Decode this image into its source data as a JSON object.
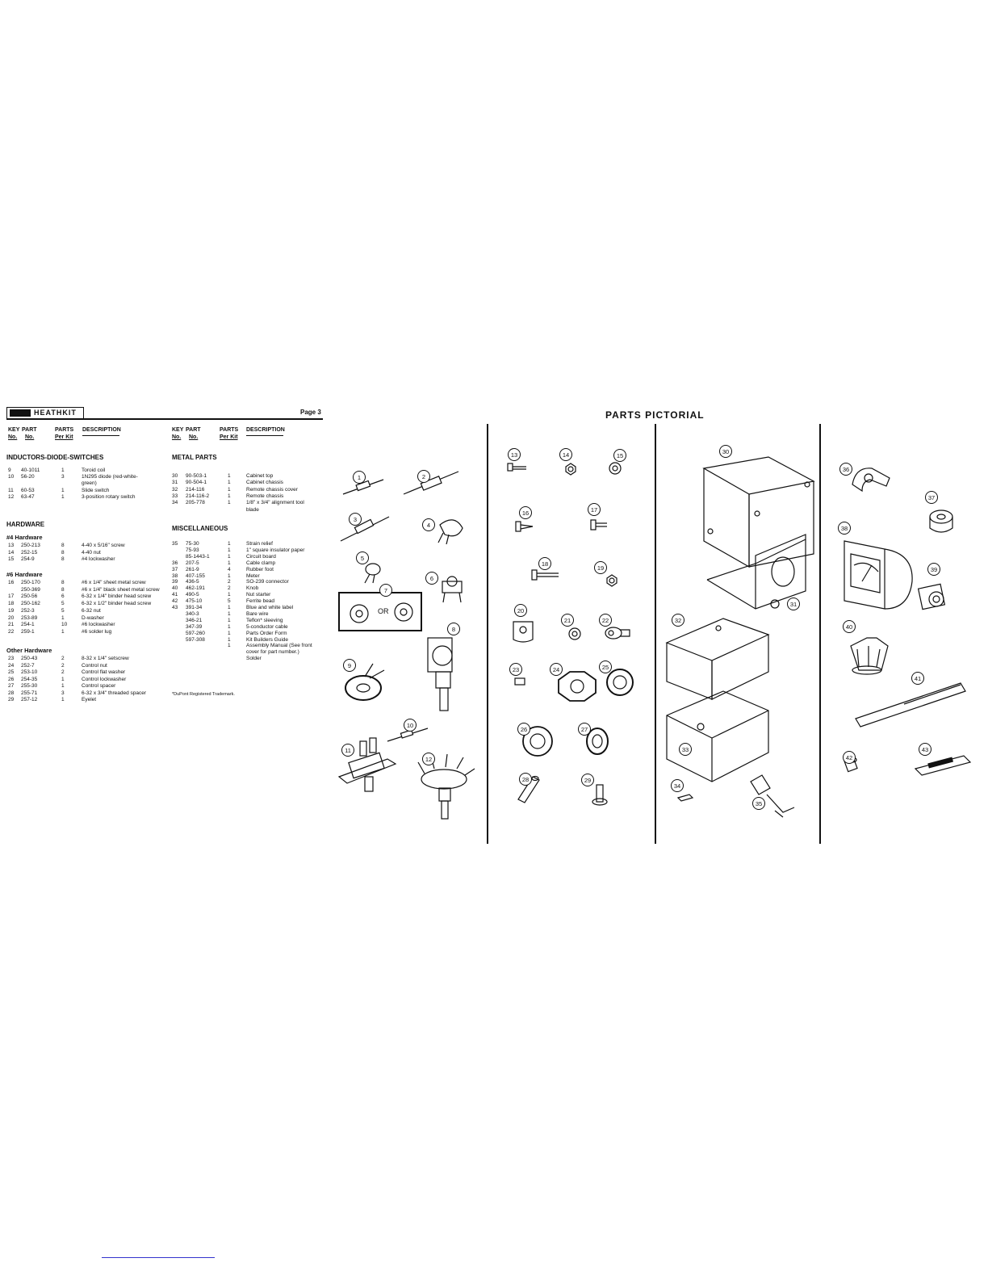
{
  "header": {
    "logo_text": "HEATHKIT",
    "page_label": "Page 3",
    "pictorial_title": "PARTS PICTORIAL"
  },
  "column_headers": {
    "key": "KEY",
    "key_no": "No.",
    "part": "PART",
    "part_no": "No.",
    "parts": "PARTS",
    "per_kit": "Per Kit",
    "description": "DESCRIPTION"
  },
  "left_column": {
    "inductors": {
      "title": "INDUCTORS-DIODE-SWITCHES",
      "rows": [
        {
          "key": "9",
          "part": "40-1011",
          "qty": "1",
          "desc": "Toroid coil"
        },
        {
          "key": "10",
          "part": "56-20",
          "qty": "3",
          "desc": "1N295 diode (red-white-"
        },
        {
          "key": "",
          "part": "",
          "qty": "",
          "desc": "green)"
        },
        {
          "key": "11",
          "part": "60-53",
          "qty": "1",
          "desc": "Slide switch"
        },
        {
          "key": "12",
          "part": "63-47",
          "qty": "1",
          "desc": "3-position rotary switch"
        }
      ]
    },
    "hardware": {
      "title": "HARDWARE",
      "sub4_title": "#4 Hardware",
      "sub4_rows": [
        {
          "key": "13",
          "part": "250-213",
          "qty": "8",
          "desc": "4-40 x 5/16\" screw"
        },
        {
          "key": "14",
          "part": "252-15",
          "qty": "8",
          "desc": "4-40 nut"
        },
        {
          "key": "15",
          "part": "254-9",
          "qty": "8",
          "desc": "#4 lockwasher"
        }
      ],
      "sub6_title": "#6 Hardware",
      "sub6_rows": [
        {
          "key": "16",
          "part": "250-170",
          "qty": "8",
          "desc": "#6 x 1/4\" sheet metal screw"
        },
        {
          "key": "",
          "part": "250-369",
          "qty": "8",
          "desc": "#6 x 1/4\" black sheet metal screw"
        },
        {
          "key": "17",
          "part": "250-56",
          "qty": "6",
          "desc": "6-32 x 1/4\" binder head screw"
        },
        {
          "key": "18",
          "part": "250-162",
          "qty": "5",
          "desc": "6-32 x 1/2\" binder head screw"
        },
        {
          "key": "19",
          "part": "252-3",
          "qty": "5",
          "desc": "6-32 nut"
        },
        {
          "key": "20",
          "part": "253-89",
          "qty": "1",
          "desc": "D-washer"
        },
        {
          "key": "21",
          "part": "254-1",
          "qty": "10",
          "desc": "#6 lockwasher"
        },
        {
          "key": "22",
          "part": "259-1",
          "qty": "1",
          "desc": "#6 solder lug"
        }
      ],
      "other_title": "Other Hardware",
      "other_rows": [
        {
          "key": "23",
          "part": "250-43",
          "qty": "2",
          "desc": "8-32 x 1/4\" setscrew"
        },
        {
          "key": "24",
          "part": "252-7",
          "qty": "2",
          "desc": "Control nut"
        },
        {
          "key": "25",
          "part": "253-10",
          "qty": "2",
          "desc": "Control flat washer"
        },
        {
          "key": "26",
          "part": "254-35",
          "qty": "1",
          "desc": "Control lockwasher"
        },
        {
          "key": "27",
          "part": "255-30",
          "qty": "1",
          "desc": "Control spacer"
        },
        {
          "key": "28",
          "part": "255-71",
          "qty": "3",
          "desc": "6-32 x 3/4\" threaded spacer"
        },
        {
          "key": "29",
          "part": "257-12",
          "qty": "1",
          "desc": "Eyelet"
        }
      ]
    }
  },
  "right_column": {
    "metal": {
      "title": "METAL PARTS",
      "rows": [
        {
          "key": "30",
          "part": "90-503-1",
          "qty": "1",
          "desc": "Cabinet top"
        },
        {
          "key": "31",
          "part": "90-504-1",
          "qty": "1",
          "desc": "Cabinet chassis"
        },
        {
          "key": "32",
          "part": "214-116",
          "qty": "1",
          "desc": "Remote chassis cover"
        },
        {
          "key": "33",
          "part": "214-116-2",
          "qty": "1",
          "desc": "Remote chassis"
        },
        {
          "key": "34",
          "part": "205-778",
          "qty": "1",
          "desc": "1/8\" x 3/4\" alignment tool"
        },
        {
          "key": "",
          "part": "",
          "qty": "",
          "desc": "blade"
        }
      ]
    },
    "misc": {
      "title": "MISCELLANEOUS",
      "rows": [
        {
          "key": "35",
          "part": "75-30",
          "qty": "1",
          "desc": "Strain relief"
        },
        {
          "key": "",
          "part": "75-93",
          "qty": "1",
          "desc": "1\" square insulator paper"
        },
        {
          "key": "",
          "part": "85-1443-1",
          "qty": "1",
          "desc": "Circuit board"
        },
        {
          "key": "36",
          "part": "207-5",
          "qty": "1",
          "desc": "Cable clamp"
        },
        {
          "key": "37",
          "part": "261-9",
          "qty": "4",
          "desc": "Rubber foot"
        },
        {
          "key": "38",
          "part": "407-155",
          "qty": "1",
          "desc": "Meter"
        },
        {
          "key": "39",
          "part": "436-5",
          "qty": "2",
          "desc": "SO-239 connector"
        },
        {
          "key": "40",
          "part": "462-191",
          "qty": "2",
          "desc": "Knob"
        },
        {
          "key": "41",
          "part": "490-5",
          "qty": "1",
          "desc": "Nut starter"
        },
        {
          "key": "42",
          "part": "475-10",
          "qty": "5",
          "desc": "Ferrite bead"
        },
        {
          "key": "43",
          "part": "391-34",
          "qty": "1",
          "desc": "Blue and white label"
        },
        {
          "key": "",
          "part": "340-3",
          "qty": "1",
          "desc": "Bare wire"
        },
        {
          "key": "",
          "part": "346-21",
          "qty": "1",
          "desc": "Teflon* sleeving"
        },
        {
          "key": "",
          "part": "347-39",
          "qty": "1",
          "desc": "5-conductor cable"
        },
        {
          "key": "",
          "part": "597-260",
          "qty": "1",
          "desc": "Parts Order Form"
        },
        {
          "key": "",
          "part": "597-308",
          "qty": "1",
          "desc": "Kit Builders Guide"
        },
        {
          "key": "",
          "part": "",
          "qty": "1",
          "desc": "Assembly Manual (See front"
        },
        {
          "key": "",
          "part": "",
          "qty": "",
          "desc": "cover for part number.)"
        },
        {
          "key": "",
          "part": "",
          "qty": "",
          "desc": "Solder"
        }
      ]
    },
    "footnote": "*DuPont Registered Trademark."
  },
  "pictorial": {
    "or_label": "OR",
    "callouts": [
      "1",
      "2",
      "3",
      "4",
      "5",
      "6",
      "7",
      "8",
      "9",
      "10",
      "11",
      "12",
      "13",
      "14",
      "15",
      "16",
      "17",
      "18",
      "19",
      "20",
      "21",
      "22",
      "23",
      "24",
      "25",
      "26",
      "27",
      "28",
      "29",
      "30",
      "31",
      "32",
      "33",
      "34",
      "35",
      "36",
      "37",
      "38",
      "39",
      "40",
      "41",
      "42",
      "43"
    ]
  }
}
